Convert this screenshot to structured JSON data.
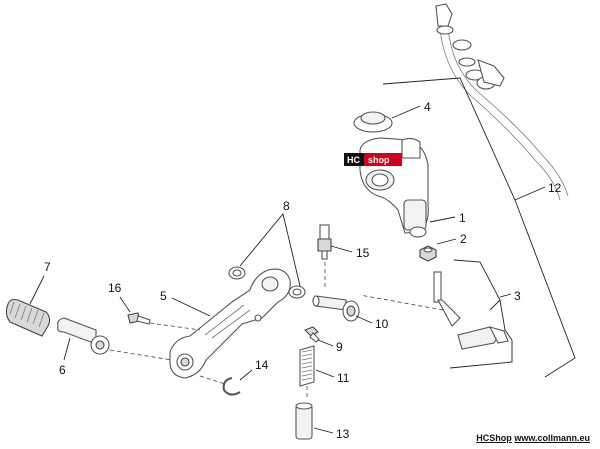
{
  "parts": {
    "p1": "1",
    "p2": "2",
    "p3": "3",
    "p4": "4",
    "p5": "5",
    "p6": "6",
    "p7": "7",
    "p8": "8",
    "p10": "10",
    "p9": "9",
    "p11": "11",
    "p12": "12",
    "p13": "13",
    "p14": "14",
    "p15": "15",
    "p16": "16"
  },
  "badge": {
    "hc": "HC",
    "shop": "shop",
    "hc_color": "#111111",
    "shop_color": "#d0021b"
  },
  "footer": {
    "brand": "HCShop",
    "site": "www.collmann.eu"
  }
}
